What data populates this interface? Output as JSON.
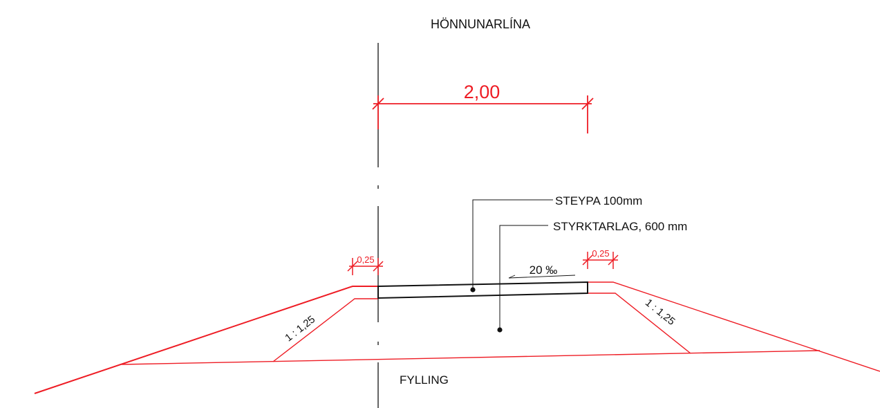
{
  "colors": {
    "dimension": "#ee1c24",
    "outline": "#111111",
    "background": "#ffffff"
  },
  "labels": {
    "centerline": "HÖNNUNARLÍNA",
    "width_dimension": "2,00",
    "left_offset": "0,25",
    "right_offset": "0,25",
    "slope": "20 ‰",
    "left_side_slope": "1 : 1,25",
    "right_side_slope": "1 : 1,25",
    "layer_concrete": "STEYPA 100mm",
    "layer_base": "STYRKTARLAG, 600 mm",
    "fill": "FYLLING"
  }
}
